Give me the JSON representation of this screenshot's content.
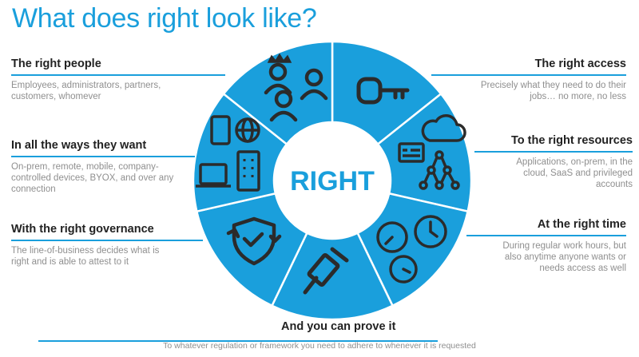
{
  "title": "What does right look like?",
  "center_label": "RIGHT",
  "colors": {
    "accent": "#1a9fdc",
    "heading": "#222222",
    "description": "#8f8f8f",
    "icon": "#2b2b2b"
  },
  "sections": {
    "people": {
      "heading": "The right people",
      "description": "Employees, administrators, partners, customers, whomever",
      "icon": "people-icon"
    },
    "ways": {
      "heading": "In all the ways they want",
      "description": "On-prem, remote, mobile, company-controlled devices, BYOX, and over any connection",
      "icon": "devices-icon"
    },
    "governance": {
      "heading": "With the right governance",
      "description": "The line-of-business decides what is right and is able to attest to it",
      "icon": "governance-shield-icon"
    },
    "access": {
      "heading": "The right access",
      "description": "Precisely what they need to do their jobs… no more, no less",
      "icon": "key-icon"
    },
    "resources": {
      "heading": "To the right resources",
      "description": "Applications, on-prem, in the cloud, SaaS and privileged accounts",
      "icon": "cloud-resources-icon"
    },
    "time": {
      "heading": "At the right time",
      "description": "During regular work hours, but also anytime anyone wants or needs access as well",
      "icon": "clock-icon"
    },
    "prove": {
      "heading": "And you can prove it",
      "description": "To whatever regulation or framework you need to adhere to whenever it is requested",
      "icon": "gavel-icon"
    }
  }
}
